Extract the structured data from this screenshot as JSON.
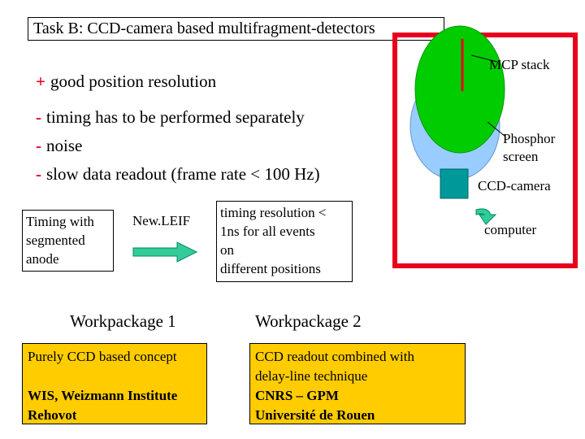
{
  "title": "Task B: CCD-camera based multifragment-detectors",
  "pros": [
    {
      "sign": "+",
      "text": "good position resolution"
    }
  ],
  "cons": [
    {
      "sign": "-",
      "text": "timing has to be performed separately"
    },
    {
      "sign": "-",
      "text": "noise"
    },
    {
      "sign": "-",
      "text": "slow data readout (frame rate < 100 Hz)"
    }
  ],
  "timing_box": {
    "lines": [
      "Timing with",
      "segmented",
      "anode"
    ]
  },
  "newleif": "New.LEIF",
  "resolution_box": {
    "lines": [
      "timing resolution <",
      "1ns for all events",
      "on",
      "different positions"
    ]
  },
  "diagram": {
    "mcp_label": "MCP stack",
    "phosphor_label": [
      "Phosphor",
      "screen"
    ],
    "ccd_label": "CCD-camera",
    "computer_label": "computer",
    "colors": {
      "frame": "#e8001c",
      "mcp": "#00cc00",
      "phosphor": "#99ccff",
      "ccd": "#009999",
      "arrow": "#33cc99"
    }
  },
  "workpackages": [
    {
      "title": "Workpackage 1",
      "lines": [
        {
          "text": "Purely CCD based concept",
          "bold": false
        },
        {
          "text": "",
          "bold": false
        },
        {
          "text": "WIS, Weizmann Institute",
          "bold": true
        },
        {
          "text": "Rehovot",
          "bold": true
        }
      ]
    },
    {
      "title": "Workpackage 2",
      "lines": [
        {
          "text": "CCD readout combined with",
          "bold": false
        },
        {
          "text": "delay-line technique",
          "bold": false
        },
        {
          "text": "CNRS – GPM",
          "bold": true
        },
        {
          "text": "Université de Rouen",
          "bold": true
        }
      ]
    }
  ],
  "box_color": "#ffcc00"
}
